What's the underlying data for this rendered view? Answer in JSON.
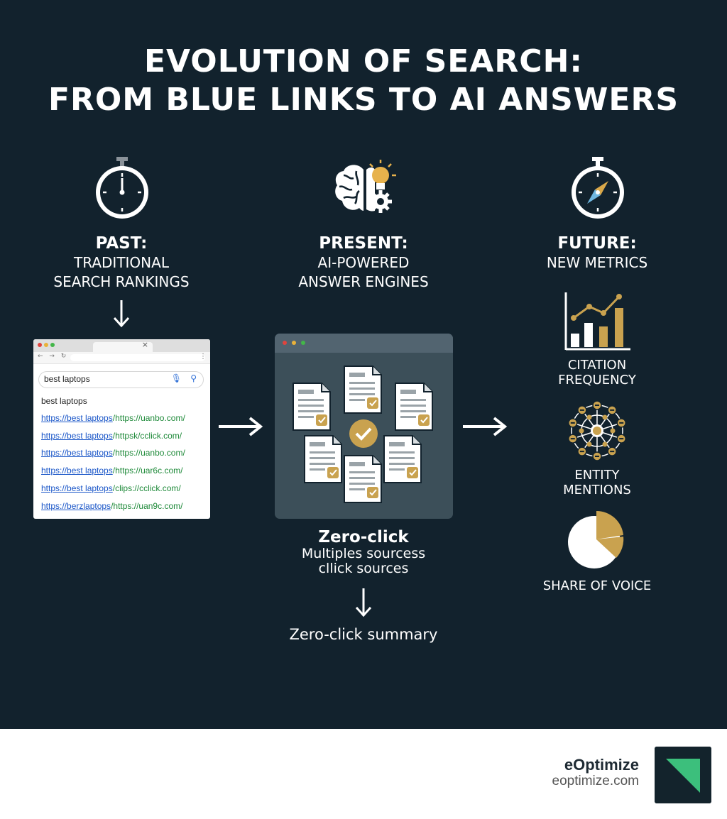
{
  "title": {
    "line1": "EVOLUTION OF SEARCH:",
    "line2": "FROM BLUE LINKS TO AI ANSWERS"
  },
  "stages": {
    "past": {
      "icon": "stopwatch-icon",
      "heading": "PAST:",
      "sub1": "TRADITIONAL",
      "sub2": "SEARCH RANKINGS"
    },
    "present": {
      "icon": "brain-lightbulb-gear-icon",
      "heading": "PRESENT:",
      "sub1": "AI-POWERED",
      "sub2": "ANSWER ENGINES"
    },
    "future": {
      "icon": "compass-stopwatch-icon",
      "heading": "FUTURE:",
      "sub1": "NEW METRICS"
    }
  },
  "browser": {
    "search_query": "best laptops",
    "query_label": "best laptops",
    "results": [
      {
        "link": "https://best laptops",
        "url": "/https://uanbo.com/"
      },
      {
        "link": "https://best laptops",
        "url": "/httpsk/cclick.com/"
      },
      {
        "link": "https://best laptops",
        "url": "/https://uanbo.com/"
      },
      {
        "link": "https://best laptops",
        "url": "/https://uar6c.com/"
      },
      {
        "link": "https://best laptops",
        "url": "/clips://cclick.com/"
      },
      {
        "link": "https://berzlaptops",
        "url": "/https://uan9c.com/"
      }
    ]
  },
  "present_caption": {
    "line1": "Zero-click",
    "line2": "Multiples sourcess",
    "line3": "cllick sources",
    "summary": "Zero-click summary"
  },
  "metrics": [
    {
      "icon": "bar-chart-icon",
      "line1": "CITATION",
      "line2": "FREQUENCY"
    },
    {
      "icon": "entity-network-icon",
      "line1": "ENTITY",
      "line2": "MENTIONS"
    },
    {
      "icon": "pie-chart-icon",
      "line1": "SHARE OF VOICE",
      "line2": ""
    }
  ],
  "footer": {
    "brand": "eOptimize",
    "url": "eoptimize.com"
  },
  "colors": {
    "background": "#12222d",
    "accent_gold": "#c9a24f",
    "panel": "#3c4f59",
    "logo_green": "#3cbf7c"
  }
}
